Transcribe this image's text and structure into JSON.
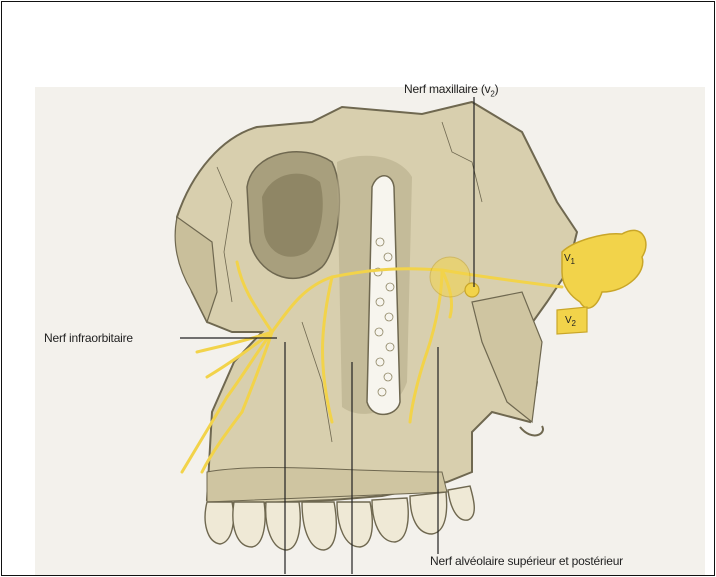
{
  "labels": {
    "maxillary_nerve": "Nerf maxillaire (v",
    "maxillary_nerve_sub": "2",
    "maxillary_nerve_close": ")",
    "infraorbital_nerve": "Nerf infraorbitaire",
    "posterior_superior_alveolar_nerve": "Nerf alvéolaire supérieur et postérieur",
    "v1_main": "V",
    "v1_sub": "1",
    "v2_main": "V",
    "v2_sub": "2"
  },
  "colors": {
    "bone": "#d8cfae",
    "bone_shadow": "#a89f7d",
    "bone_dark": "#6f6850",
    "nerve": "#f2d34a",
    "nerve_outline": "#c9a628",
    "leader": "#222222",
    "panel_bg": "#f3f1ec"
  }
}
